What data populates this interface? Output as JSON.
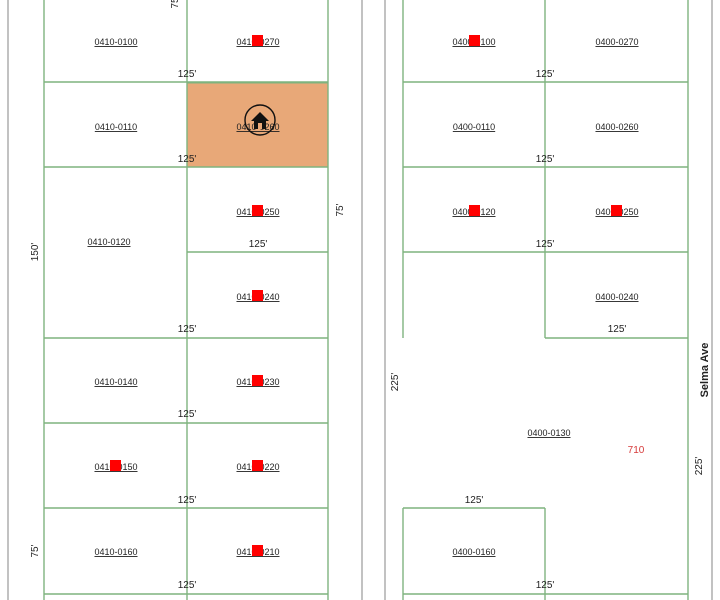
{
  "map": {
    "street_name": "Selma Ave",
    "address_number": "710",
    "selected_parcel": "0410-0260",
    "parcels_west": [
      {
        "id": "0410-0100",
        "marker": false
      },
      {
        "id": "0410-0270",
        "marker": true
      },
      {
        "id": "0410-0110",
        "marker": false
      },
      {
        "id": "0410-0260",
        "marker": false,
        "selected": true
      },
      {
        "id": "0410-0120",
        "marker": false
      },
      {
        "id": "0410-0250",
        "marker": true
      },
      {
        "id": "0410-0240",
        "marker": true
      },
      {
        "id": "0410-0140",
        "marker": false
      },
      {
        "id": "0410-0230",
        "marker": true
      },
      {
        "id": "0410-0150",
        "marker": true
      },
      {
        "id": "0410-0220",
        "marker": true
      },
      {
        "id": "0410-0160",
        "marker": false
      },
      {
        "id": "0410-0210",
        "marker": true
      }
    ],
    "parcels_east": [
      {
        "id": "0400-0100",
        "marker": true
      },
      {
        "id": "0400-0270",
        "marker": false
      },
      {
        "id": "0400-0110",
        "marker": false
      },
      {
        "id": "0400-0260",
        "marker": false
      },
      {
        "id": "0400-0120",
        "marker": true
      },
      {
        "id": "0400-0250",
        "marker": true
      },
      {
        "id": "0400-0240",
        "marker": false
      },
      {
        "id": "0400-0130",
        "marker": false
      },
      {
        "id": "0400-0160",
        "marker": false
      }
    ],
    "dimensions": {
      "d125": "125'",
      "d75": "75'",
      "d150": "150'",
      "d225": "225'"
    },
    "colors": {
      "selected_fill": "#e8a878",
      "parcel_line": "#7fb37f",
      "marker": "#ff0000",
      "address": "#d63a3a"
    },
    "icons": {
      "selected": "home-icon",
      "marker": "location-marker"
    }
  }
}
